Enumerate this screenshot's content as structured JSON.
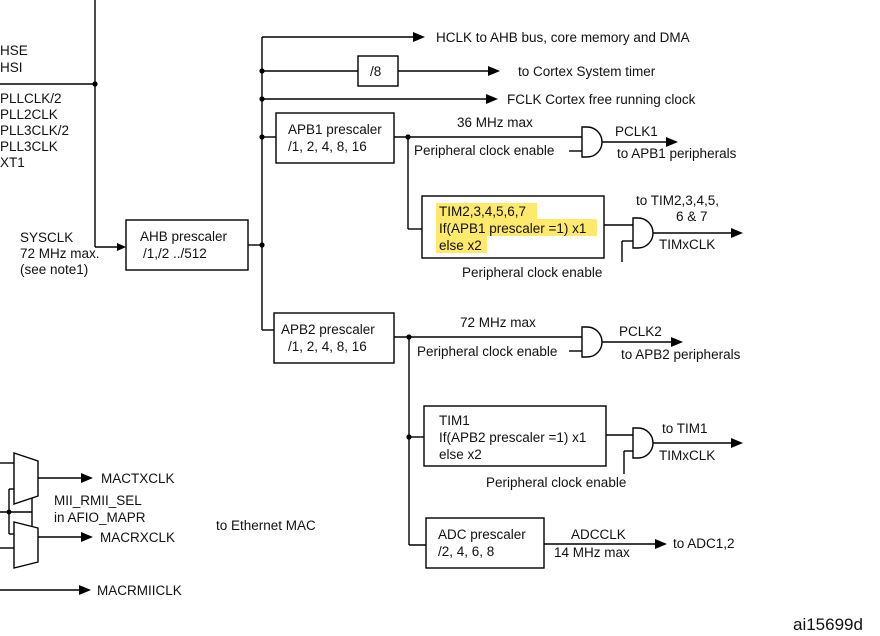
{
  "sources": {
    "hse": "HSE",
    "hsi": "HSI",
    "pllclk2": "PLLCLK/2",
    "pll2clk": "PLL2CLK",
    "pll3clk2": "PLL3CLK/2",
    "pll3clk": "PLL3CLK",
    "xt1": "XT1"
  },
  "sysclk": {
    "line1": "SYSCLK",
    "line2": "72 MHz max.",
    "line3": "(see note1)"
  },
  "ahb": {
    "line1": "AHB prescaler",
    "line2": "/1,/2 ../512"
  },
  "outputs": {
    "hclk": "HCLK to AHB bus, core memory and DMA",
    "div8": "/8",
    "cortex_timer": "to Cortex System timer",
    "fclk": "FCLK Cortex free running clock"
  },
  "apb1": {
    "line1": "APB1 prescaler",
    "line2": "/1, 2, 4, 8, 16",
    "max": "36 MHz max",
    "enable": "Peripheral clock enable",
    "pclk": "PCLK1",
    "to": "to APB1 peripherals"
  },
  "tim_apb1": {
    "line1": "TIM2,3,4,5,6,7",
    "line2": "If(APB1 prescaler =1) x1",
    "line3": "else x2",
    "highlight": "#fde96b",
    "to_line1": "to TIM2,3,4,5,",
    "to_line2": "6 & 7",
    "clk": "TIMxCLK",
    "enable": "Peripheral clock enable"
  },
  "apb2": {
    "line1": "APB2 prescaler",
    "line2": "/1, 2, 4, 8, 16",
    "max": "72 MHz max",
    "enable": "Peripheral clock enable",
    "pclk": "PCLK2",
    "to": "to APB2 peripherals"
  },
  "tim1": {
    "line1": "TIM1",
    "line2": "If(APB2 prescaler =1) x1",
    "line3": "else x2",
    "to": "to TIM1",
    "clk": "TIMxCLK",
    "enable": "Peripheral clock enable"
  },
  "adc": {
    "line1": "ADC prescaler",
    "line2": "/2, 4, 6, 8",
    "clk": "ADCCLK",
    "max": "14 MHz max",
    "to": "to ADC1,2"
  },
  "ethernet": {
    "mactxclk": "MACTXCLK",
    "mii_sel": "MII_RMII_SEL",
    "afio": "in AFIO_MAPR",
    "macrxclk": "MACRXCLK",
    "to_mac": "to Ethernet MAC",
    "macrmiiclk": "MACRMIICLK"
  },
  "figure_id": "ai15699d"
}
